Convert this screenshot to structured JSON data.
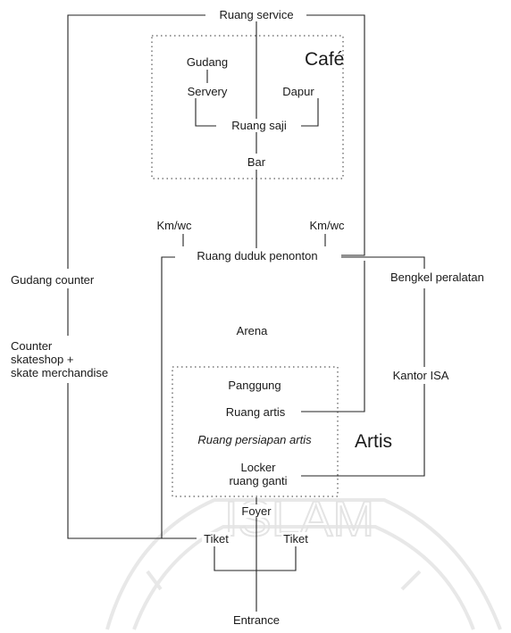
{
  "diagram": {
    "nodes": {
      "ruang_service": "Ruang service",
      "cafe_title": "Café",
      "gudang": "Gudang",
      "servery": "Servery",
      "dapur": "Dapur",
      "ruang_saji": "Ruang saji",
      "bar": "Bar",
      "kmwc_left": "Km/wc",
      "kmwc_right": "Km/wc",
      "ruang_duduk": "Ruang duduk penonton",
      "gudang_counter": "Gudang counter",
      "bengkel": "Bengkel peralatan",
      "counter": "Counter\nskateshop +\nskate merchandise",
      "arena": "Arena",
      "kantor": "Kantor ISA",
      "panggung": "Panggung",
      "ruang_artis": "Ruang  artis",
      "ruang_persiapan": "Ruang persiapan artis",
      "artis_title": "Artis",
      "locker": "Locker\nruang ganti",
      "foyer": "Foyer",
      "tiket_left": "Tiket",
      "tiket_right": "Tiket",
      "entrance": "Entrance"
    },
    "watermark_text": "ISLAM",
    "colors": {
      "line": "#222222",
      "watermark": "#e6e6e6"
    }
  }
}
